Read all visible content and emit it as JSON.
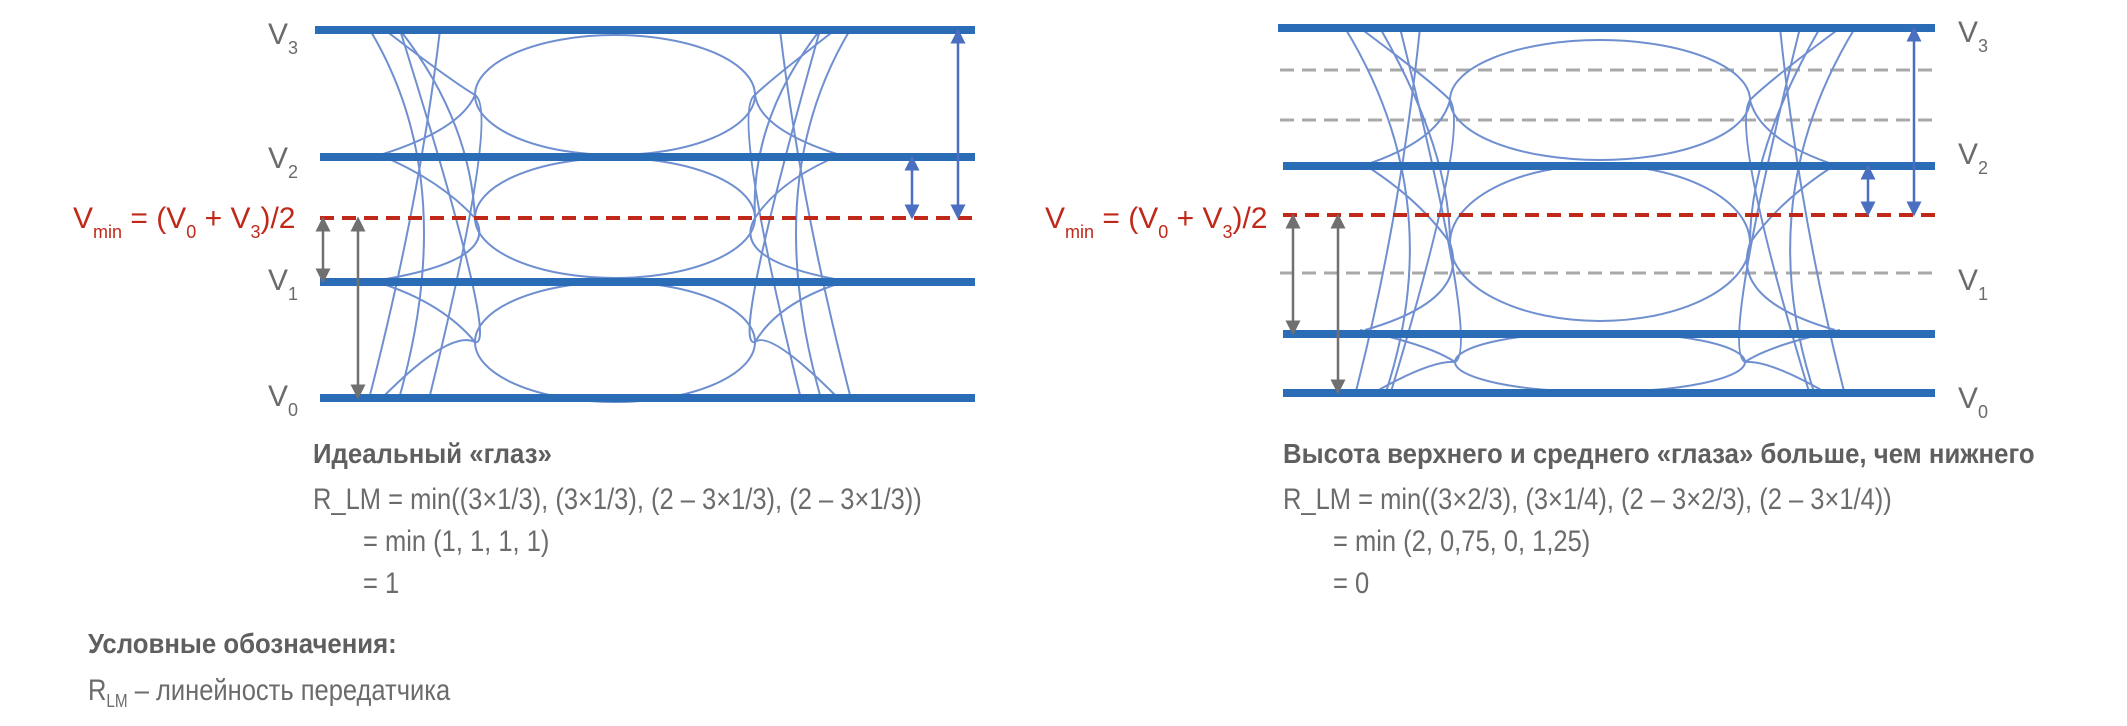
{
  "left_panel": {
    "levels": [
      "V3",
      "V2",
      "V1",
      "V0"
    ],
    "level_labels": {
      "v3": {
        "base": "V",
        "sub": "3"
      },
      "v2": {
        "base": "V",
        "sub": "2"
      },
      "v1": {
        "base": "V",
        "sub": "1"
      },
      "v0": {
        "base": "V",
        "sub": "0"
      }
    },
    "vmin_label": {
      "a": "V",
      "a_sub": "min",
      "b": " = (V",
      "b_sub": "0",
      "c": " + V",
      "c_sub": "3",
      "d": ")/2"
    },
    "title": "Идеальный «глаз»",
    "formula_line1": "R_LM = min((3×1/3), (3×1/3), (2 – 3×1/3), (2 – 3×1/3))",
    "formula_line2": "= min (1, 1, 1, 1)",
    "formula_line3": "= 1"
  },
  "right_panel": {
    "levels": [
      "V3",
      "V2",
      "V1",
      "V0"
    ],
    "level_labels": {
      "v3": {
        "base": "V",
        "sub": "3"
      },
      "v2": {
        "base": "V",
        "sub": "2"
      },
      "v1": {
        "base": "V",
        "sub": "1"
      },
      "v0": {
        "base": "V",
        "sub": "0"
      }
    },
    "vmin_label": {
      "a": "V",
      "a_sub": "min",
      "b": " = (V",
      "b_sub": "0",
      "c": " + V",
      "c_sub": "3",
      "d": ")/2"
    },
    "title": "Высота верхнего и среднего «глаза» больше, чем нижнего",
    "formula_line1": "R_LM = min((3×2/3), (3×1/4), (2 – 3×2/3), (2 – 3×1/4))",
    "formula_line2": "= min (2, 0,75, 0, 1,25)",
    "formula_line3": "= 0"
  },
  "legend": {
    "heading": "Условные обозначения:",
    "r": "R",
    "r_sub": "LM",
    "description": " – линейность передатчика"
  },
  "colors": {
    "level_line": "#2a6cb5",
    "eye_curve": "#6f8fd0",
    "vmin_line": "#c0281a",
    "dashed_gray": "#a8a8a8",
    "arrow_blue": "#4a6fc0",
    "arrow_gray": "#707070",
    "text": "#6b6b6b"
  }
}
